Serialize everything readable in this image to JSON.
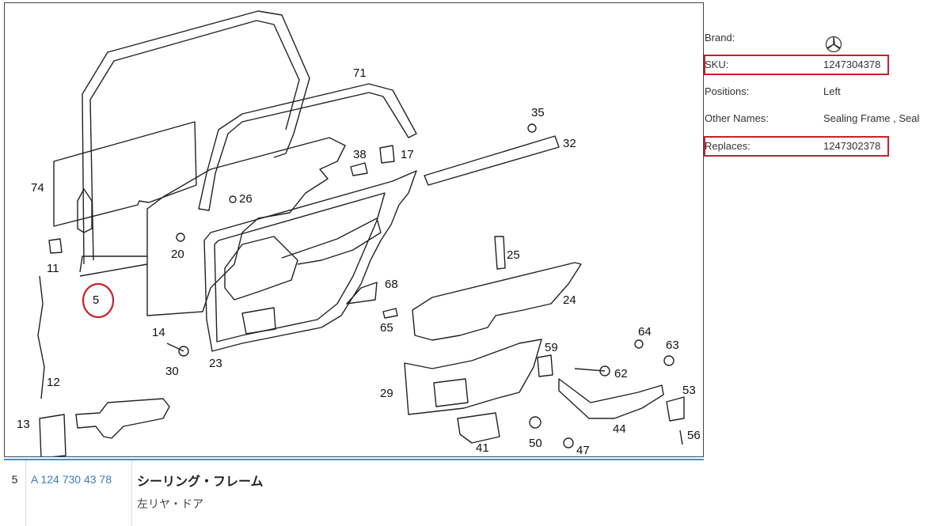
{
  "diagram": {
    "callouts": [
      "71",
      "35",
      "32",
      "38",
      "17",
      "74",
      "26",
      "20",
      "25",
      "11",
      "68",
      "24",
      "5",
      "65",
      "14",
      "64",
      "63",
      "23",
      "30",
      "59",
      "62",
      "12",
      "29",
      "53",
      "13",
      "44",
      "56",
      "50",
      "41",
      "47"
    ],
    "highlighted_callout": "5"
  },
  "info": {
    "brand_label": "Brand:",
    "brand_icon": "mercedes-star-icon",
    "sku_label": "SKU:",
    "sku_value": "1247304378",
    "positions_label": "Positions:",
    "positions_value": "Left",
    "other_names_label": "Other Names:",
    "other_names_value": "Sealing Frame , Seal",
    "replaces_label": "Replaces:",
    "replaces_value": "1247302378",
    "highlight_color": "#c8202c"
  },
  "table": {
    "rows": [
      {
        "position": "5",
        "part_number": "A 124 730 43 78",
        "name": "シーリング・フレーム",
        "sub": "左リヤ・ドア"
      }
    ],
    "accent_color": "#4a90c9"
  }
}
